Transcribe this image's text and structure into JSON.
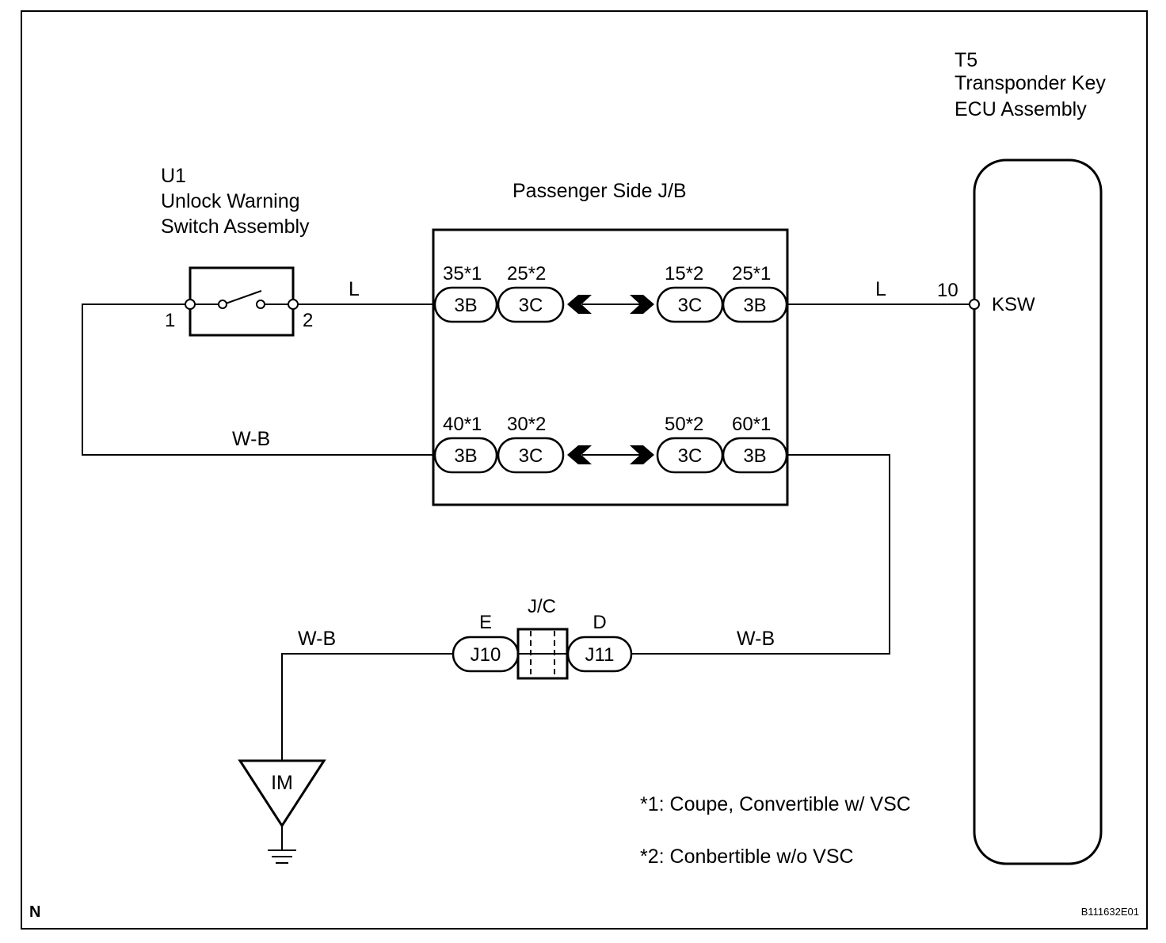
{
  "u1": {
    "code": "U1",
    "name_line1": "Unlock Warning",
    "name_line2": "Switch Assembly",
    "pin1": "1",
    "pin2": "2"
  },
  "t5": {
    "code": "T5",
    "name_line1": "Transponder Key",
    "name_line2": "ECU Assembly",
    "pin": "10",
    "terminal": "KSW"
  },
  "jb": {
    "title": "Passenger Side J/B",
    "row_top": {
      "left_pins": [
        "35*1",
        "25*2"
      ],
      "left_connectors": [
        "3B",
        "3C"
      ],
      "right_pins": [
        "15*2",
        "25*1"
      ],
      "right_connectors": [
        "3C",
        "3B"
      ]
    },
    "row_bottom": {
      "left_pins": [
        "40*1",
        "30*2"
      ],
      "left_connectors": [
        "3B",
        "3C"
      ],
      "right_pins": [
        "50*2",
        "60*1"
      ],
      "right_connectors": [
        "3C",
        "3B"
      ]
    }
  },
  "jc": {
    "title": "J/C",
    "left_pin": "E",
    "right_pin": "D",
    "left_connector": "J10",
    "right_connector": "J11"
  },
  "wires": {
    "u1_to_jb": "L",
    "jb_to_t5": "L",
    "u1_to_jb_ground": "W-B",
    "to_ground": "W-B",
    "jb_to_jc": "W-B"
  },
  "ground": {
    "label": "IM"
  },
  "notes": {
    "note1": "*1: Coupe, Convertible w/ VSC",
    "note2": "*2: Conbertible w/o VSC"
  },
  "corner_label": "N",
  "figure_id": "B111632E01"
}
